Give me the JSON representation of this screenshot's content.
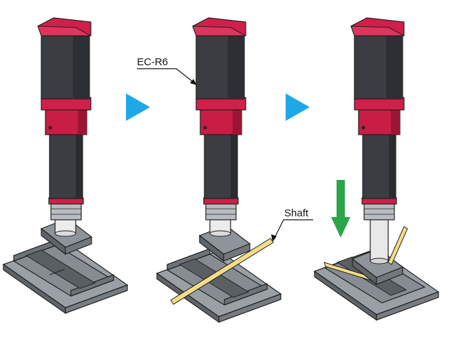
{
  "labels": {
    "actuator": "EC-R6",
    "shaft": "Shaft"
  },
  "colors": {
    "housing_red": "#d21f4a",
    "body_dark": "#3a3d42",
    "shaft_yellow": "#f3dd86",
    "block_grey": "#878d93",
    "arrow_blue": "#1fa8e8",
    "arrow_green": "#2aa64a"
  },
  "steps": [
    {
      "id": "step-1",
      "shaft_present": false,
      "pressing": false
    },
    {
      "id": "step-2",
      "shaft_present": true,
      "pressing": false
    },
    {
      "id": "step-3",
      "shaft_present": true,
      "pressing": true
    }
  ]
}
